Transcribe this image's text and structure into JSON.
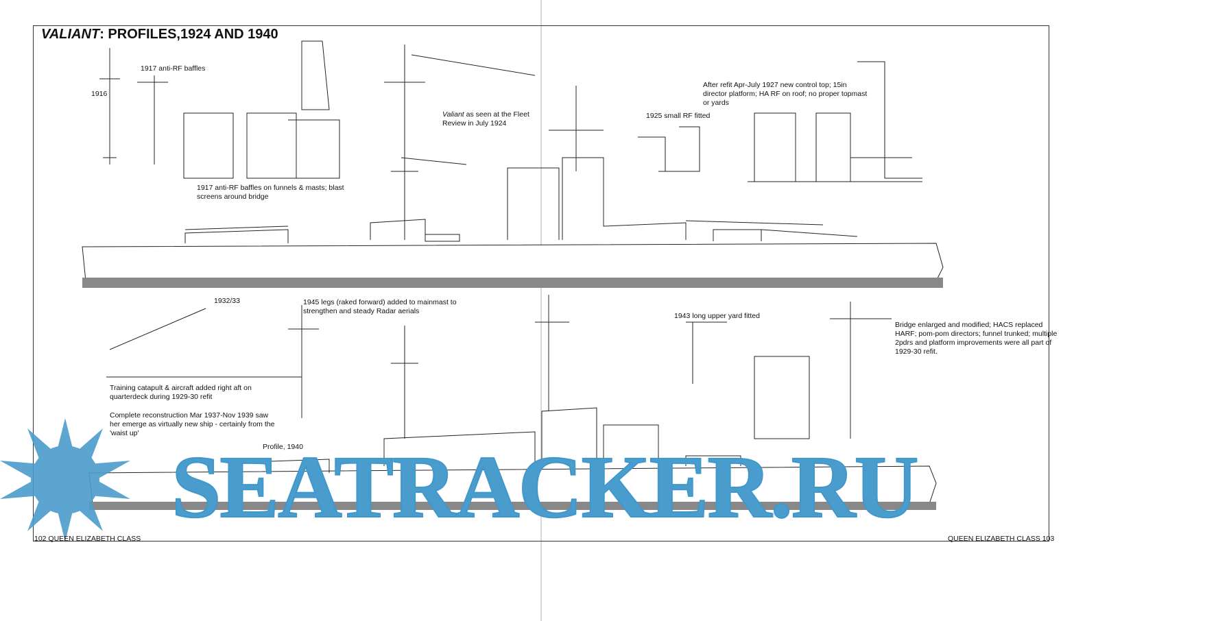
{
  "title": {
    "ship": "VALIANT",
    "rest": ": PROFILES,1924 AND 1940"
  },
  "captions": {
    "baffles_1917": "1917 anti-RF baffles",
    "mast_1916": "1916",
    "baffles_funnels": "1917 anti-RF baffles on funnels & masts; blast\nscreens around bridge",
    "fleet_review_italic": "Valiant",
    "fleet_review": " as seen at the Fleet\nReview in July 1924",
    "small_rf_1925": "1925 small RF fitted",
    "refit_1927": "After refit Apr-July 1927 new control top; 15in\ndirector platform; HA RF on roof; no proper topmast\nor yards",
    "catapult_1932": "1932/33",
    "legs_1945": "1945 legs (raked forward) added to mainmast to\nstrengthen and steady Radar aerials",
    "yard_1943": "1943 long upper yard fitted",
    "bridge_refit": "Bridge enlarged and modified; HACS replaced\nHARF; pom-pom directors; funnel trunked; multiple\n2pdrs and platform improvements were all part of\n1929-30 refit.",
    "training_catapult": "Training catapult & aircraft added right aft on\nquarterdeck during 1929-30 refit",
    "reconstruction": "Complete reconstruction Mar 1937-Nov 1939 saw\nher emerge as virtually new ship - certainly from the\n'waist up'",
    "profile_1940": "Profile, 1940"
  },
  "footer": {
    "left": "102  QUEEN ELIZABETH CLASS",
    "right": "QUEEN ELIZABETH CLASS  103"
  },
  "watermark": "SEATRACKER.RU",
  "colors": {
    "watermark": "#4a9ccc",
    "ink": "#111111"
  }
}
